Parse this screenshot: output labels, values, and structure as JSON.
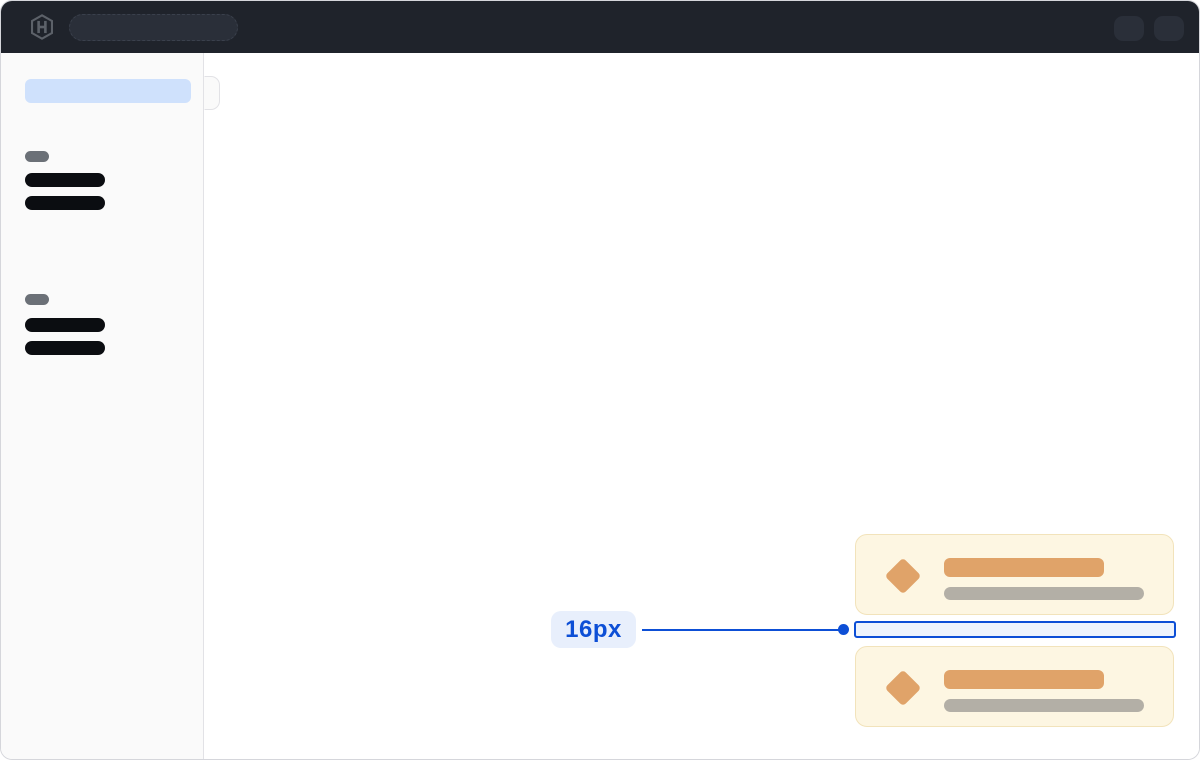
{
  "topbar": {
    "logo_icon": "hashicorp-logo",
    "search_pill": "placeholder (empty)",
    "action_placeholders": 2
  },
  "sidebar": {
    "active_item": "placeholder (highlighted)",
    "collapse_toggle": "tab handle on sidebar edge",
    "groups": [
      {
        "label": "placeholder",
        "items": 2
      },
      {
        "label": "placeholder",
        "items": 2
      }
    ]
  },
  "cards": [
    {
      "icon": "diamond-icon",
      "title": "placeholder-bar",
      "subtitle": "placeholder-bar"
    },
    {
      "icon": "diamond-icon",
      "title": "placeholder-bar",
      "subtitle": "placeholder-bar"
    }
  ],
  "annotation": {
    "label": "16px"
  },
  "colors": {
    "topbar_bg": "#1f232b",
    "topbar_pill": "#2a2f39",
    "logo_gray": "#5c6169",
    "sidebar_bg": "#fafafa",
    "sidebar_border": "#e2e2e6",
    "active_item": "#cfe1fc",
    "skeleton_dark": "#0b0d11",
    "skeleton_gray": "#6b7077",
    "card_bg": "#fdf6e2",
    "card_border": "#f2e3bb",
    "card_accent": "#e0a369",
    "card_muted": "#b3afa6",
    "annotation_blue": "#0d4fd6",
    "annotation_bg": "#e8effc",
    "gap_fill": "#eef4fd",
    "window_border": "#d5d6db"
  }
}
